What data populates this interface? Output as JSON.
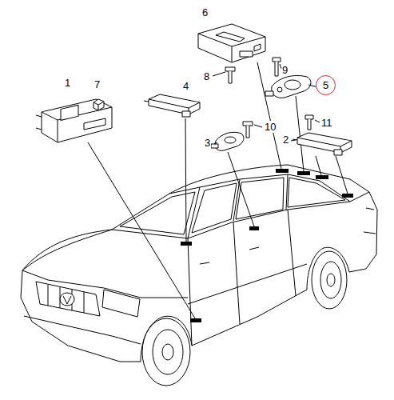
{
  "diagram": {
    "nodes": [
      {
        "text": [
          "5"
        ]
      }
    ],
    "labels": [
      "1",
      "7",
      "4",
      "6",
      "8",
      "9",
      "10",
      "3",
      "11",
      "2"
    ]
  }
}
